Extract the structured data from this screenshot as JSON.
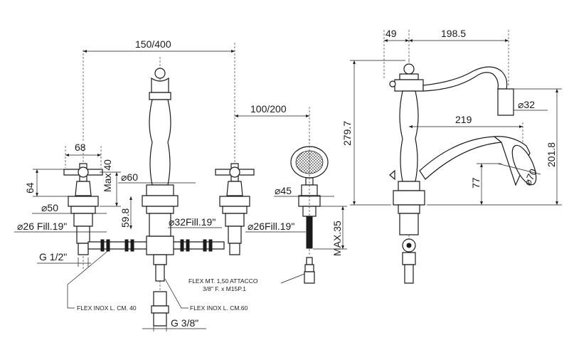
{
  "dimensions": {
    "spread": "150/400",
    "handshower_offset": "100/200",
    "handle_width": "68",
    "handle_max": "Max 40",
    "handle_height": "64",
    "handle_base_dia": "⌀50",
    "handle_thread": "⌀26  Fill.19\"",
    "inlet_thread": "G  1/2\"",
    "spout_base_dia": "⌀60",
    "spout_base_height": "59.8",
    "spout_thread": "⌀32Fill.19\"",
    "holder_dia": "⌀45",
    "holder_thread": "⌀26Fill.19\"",
    "holder_max": "MAX.35",
    "outlet_thread": "G  3/8\"",
    "side_offset": "49",
    "spout_reach": "198.5",
    "total_height": "279.7",
    "aerator_dia": "⌀32",
    "shower_reach": "219",
    "shower_height": "201.8",
    "shower_drop": "77",
    "shower_head_dia": "⌀70"
  },
  "notes": {
    "flex_40": "FLEX INOX L. CM. 40",
    "flex_60": "FLEX INOX L. CM.60",
    "flex_150_line1": "FLEX MT. 1,50 ATTACCO",
    "flex_150_line2": "3/8\" F. x M15P.1"
  }
}
